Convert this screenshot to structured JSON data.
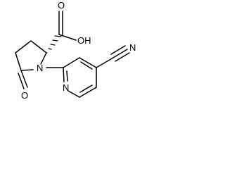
{
  "molecule": {
    "atom_labels": {
      "carboxyl_oh": "OH",
      "carboxyl_o": "O",
      "lactam_o": "O",
      "ring_n": "N",
      "pyridine_n": "N",
      "nitrile_n": "N"
    },
    "colors": {
      "bond": "#000000",
      "background": "#ffffff"
    }
  }
}
